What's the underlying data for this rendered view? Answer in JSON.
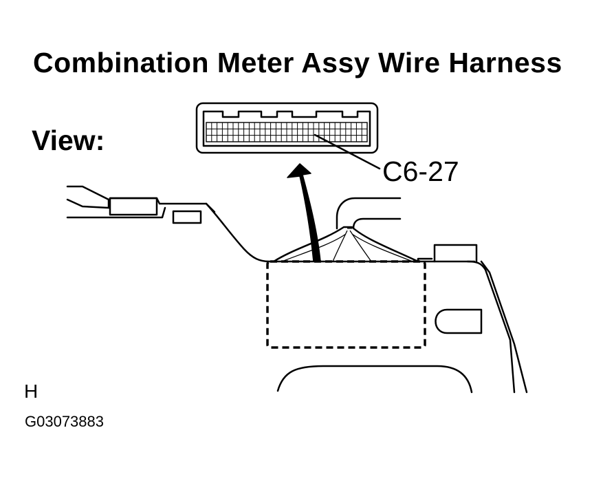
{
  "title": "Combination Meter Assy Wire Harness",
  "view_label": "View:",
  "connector_label": "C6-27",
  "corner_mark": "H",
  "figure_id": "G03073883",
  "colors": {
    "ink": "#000000",
    "background": "#ffffff"
  }
}
